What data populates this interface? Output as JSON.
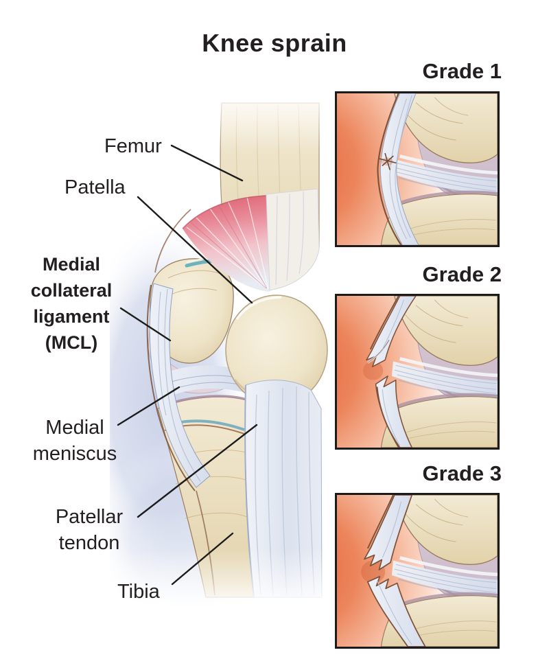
{
  "title": "Knee sprain",
  "anatomy_labels": {
    "femur": "Femur",
    "patella": "Patella",
    "mcl": "Medial collateral ligament (MCL)",
    "medial_meniscus": "Medial meniscus",
    "patellar_tendon": "Patellar tendon",
    "tibia": "Tibia"
  },
  "grade_panels": [
    {
      "label": "Grade 1"
    },
    {
      "label": "Grade 2"
    },
    {
      "label": "Grade 3"
    }
  ],
  "colors": {
    "text": "#231f20",
    "panel_border": "#1b1b1b",
    "inflammation_orange": "#e76b40",
    "bone_tan": "#e9dcba",
    "cartilage_lavender": "#d2c3d0",
    "ligament_blue_white": "#e7ebf3",
    "muscle_pink": "#de5f6e",
    "halo_blue": "#c9d1e7",
    "outline_brown": "#7e523b",
    "meniscus_teal": "#7fb0c0"
  }
}
